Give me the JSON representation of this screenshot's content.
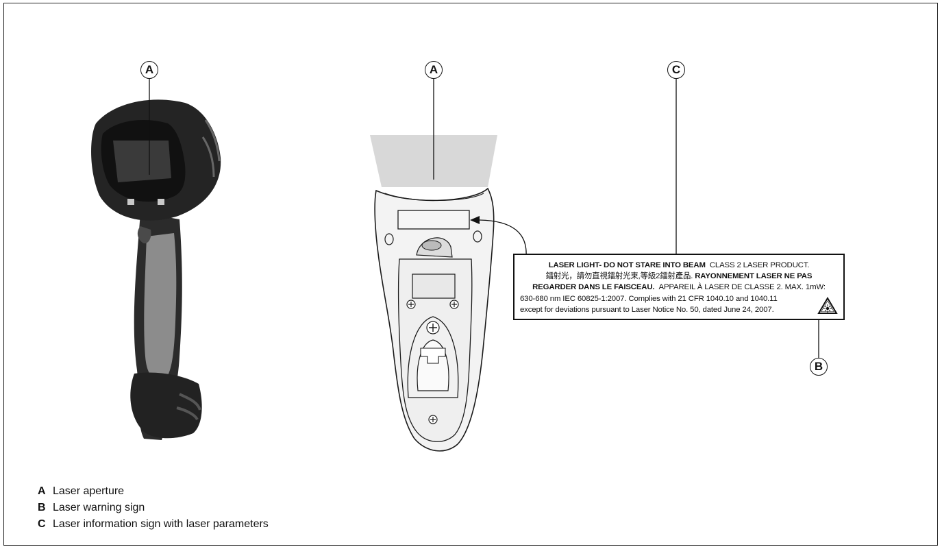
{
  "callouts": {
    "a_left": "A",
    "a_mid": "A",
    "c": "C",
    "b": "B"
  },
  "laser_label": {
    "line1_bold": "LASER LIGHT- DO NOT STARE INTO BEAM",
    "line1_rest": "CLASS 2 LASER PRODUCT.",
    "line2_cjk": "鐳射光，請勿直視鐳射光束,等級2鐳射產品.",
    "line2_bold": "RAYONNEMENT LASER NE PAS",
    "line3_bold": "REGARDER DANS LE FAISCEAU.",
    "line3_rest": "APPAREIL À LASER DE CLASSE 2. MAX. 1mW:",
    "line4": "630-680 nm IEC 60825-1:2007. Complies with 21 CFR 1040.10 and 1040.11",
    "line5": "except for deviations pursuant to Laser Notice No. 50, dated June 24, 2007.",
    "warning_icon": "laser-warning-triangle-icon"
  },
  "legend": [
    {
      "key": "A",
      "text": "Laser aperture"
    },
    {
      "key": "B",
      "text": "Laser warning sign"
    },
    {
      "key": "C",
      "text": "Laser information sign with laser parameters"
    }
  ]
}
